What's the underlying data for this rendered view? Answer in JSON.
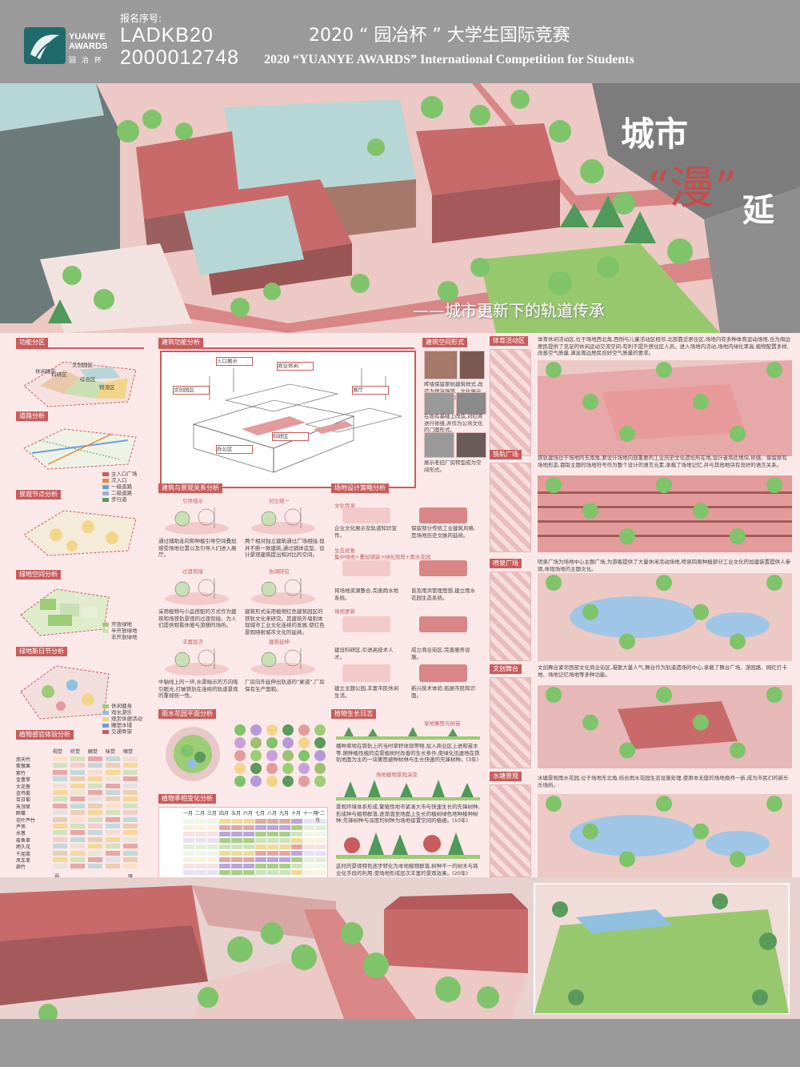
{
  "header": {
    "logo_en": "YUANYE\nAWARDS",
    "logo_cn": "园 冶 杯",
    "reg_label": "报名序号:",
    "reg_no_1": "LADKB20",
    "reg_no_2": "2000012748",
    "title_cn": "2020 “ 园冶杯 ” 大学生国际竞赛",
    "title_en": "2020 “YUANYE AWARDS” International Competition for  Students"
  },
  "hero": {
    "title_1": "城市",
    "title_2": "“漫”",
    "title_3": "延",
    "subtitle": "——城市更新下的轨道传承"
  },
  "colors": {
    "accent": "#c95c5c",
    "roof": "#c86a6a",
    "roof_light": "#b7d6d6",
    "tree": "#7fc36a",
    "ground": "#ecc9c4",
    "header": "#9a9a9a"
  },
  "sections": {
    "func_zone": "功能分区",
    "road": "道路分析",
    "node": "景观节点分析",
    "green_space": "绿地空间分析",
    "green_daily": "绿地斯日节分析",
    "plant_sense": "植物感官体验分析",
    "arch_func": "建筑功能分析",
    "arch_landscape": "建筑与景观关系分析",
    "rain_garden": "雨水花园平面分析",
    "plant_season": "植物季相变化分析",
    "arch_form": "建筑空间形式",
    "site_strategy": "场地设计策略分析",
    "plant_growth": "植物生长日志",
    "sport": "体育活动区",
    "rail_square": "铁轨广场",
    "fountain": "喷泉广场",
    "stage": "文创舞台",
    "water": "水塘景观"
  },
  "func_zone_labels": [
    "休闲娱乐",
    "科研区",
    "文创园区",
    "综合区",
    "物流区"
  ],
  "road_legend": [
    "主入口广场",
    "次入口",
    "一级道路",
    "二级道路",
    "步行道"
  ],
  "green_legend": [
    "开放绿地",
    "半开放绿地",
    "非开放绿地"
  ],
  "green_daily_legend": [
    "休闲健身",
    "戏水游乐",
    "观赏休憩活动",
    "雕塑水域",
    "交通骨架"
  ],
  "plant_sense_cols": [
    "视觉",
    "听觉",
    "触觉",
    "味觉",
    "嗅觉"
  ],
  "plant_sense_rows": [
    "南天竹",
    "紫薇果",
    "紫竹",
    "金盏草",
    "大花葱",
    "金鸡菊",
    "百日菊",
    "朱顶草",
    "醉蝶",
    "花叶芦竹",
    "芦苇",
    "水葱",
    "梭鱼草",
    "雨久花",
    "千屈菜",
    "风车草",
    "扁竹"
  ],
  "plant_sense_footer": [
    "弱",
    "强"
  ],
  "plant_season_cols": [
    "一月",
    "二月",
    "三月",
    "四月",
    "五月",
    "六月",
    "七月",
    "八月",
    "九月",
    "十月",
    "十一月",
    "十二月"
  ],
  "arch_landscape": {
    "labels": [
      "引导感示",
      "对立统一",
      "过渡衔接",
      "协调呼应",
      "丰富层次",
      "建筑延伸"
    ],
    "texts": [
      "通过辅助走向和种植引导空间叠加感受场地位置以及引导人们进入展厅。",
      "两个相对独立建筑通过广场相接,但并不断一致建筑,通过铺体造型、设计景观建筑提出和对比的空间。",
      "采用植物与小品搭配的方式作为建筑和场铁轨景观的过渡衔接。为人们提供观看休憩与游憩的场所。",
      "建筑形式采用植物红色建筑园区的铁轨文化来研究。其建筑外墙则体现城市工业文化连续的发展,使红色景观映射城市文化的延续。",
      "中轴线上的一环,水景暗示的方向吸引眼光,打破铁轨在连续的轨道景观的重视统一性。",
      "厂房向外延伸出轨道的“廊道”,厂房保有生产面貌。"
    ]
  },
  "arch_form_texts": [
    "砖墙保留原始建筑样式,改造为观演场馆、文化展示等,提高场地空间。",
    "在现有基础上改造,对红砖进行修缮,并作为公共文化的门面形式。",
    "展示老旧厂房转型成为空间形式。"
  ],
  "site_strategy": {
    "labels": [
      "文化传承",
      "生态修复",
      "场地更新"
    ],
    "sub": "集中绿地+叠加铺装+绿化矩阵+雨水花园",
    "texts": [
      "企业文化展示及轨道知识宣传。",
      "保留部分传统工业建筑风格,是场地历史文脉的延续。",
      "将场地资源整合,完善雨水地系统。",
      "普及雨洪管理思想,建立雨水花园生态系统。",
      "建设科研区,引进高技术人才。",
      "成立商业街区,完善服务设施。",
      "建立主题公园,丰富市民休闲生活。",
      "新兴技术体验,拓展市民知识面。"
    ]
  },
  "plant_growth": {
    "caption_1": "草地篱笆与树苗",
    "text_1": "播种草地在铁轨上的当时草籽体现等物,加入商业区上进和苗木等,随种植性植的造景植树时改善的生长条件,使绿化迅速地在铁轨地面为主的一块篱笆被种树林与生长快速的先锋树种。(3年)",
    "caption_2": "场地植物景观演变",
    "text_2": "景观环境体系形成,繁殖性地市紧凑大市与快速生长的先锋树种,形成种与植物群落,逐渐渡至地面上生长的植树绿色地种植种树种;先锋树种与深度的树种为场地留置空间的植被。(10年)",
    "text_3": "这时的景观特色逐步转化为本地植物群落,树种不一的树木与商业化手段的利用,使场地形成层次丰富的景观效果。(20年)"
  },
  "activity_texts": {
    "sport": "体育休闲活动区,位于场地西北角,西侧与儿童活动区相邻,北部靠近居住区,场地内有多种体育运动场地,也为周边居民提供了充足的休闲运动交流空间,有利于提升居住区人员。进入场地内活动,场地内绿化率高,植物配置多样,改善空气质量,满足周边居民良好空气质量的要求。",
    "rail": "铁轨建场位于场地的东南角,原设计场地内部重要的工业历史文化遗址所在地,设计者将此地块,修缮、保留原有场地形态,都取主题的场地符号作为整个设计的语言元素,承载了场地记忆,并与其他地块有良好的语言关系。",
    "fountain": "喷泉广场为场地中心主题广场,为游客提供了大量休闲活动场地,喷泉四周种植部分工业文化的加建装置提供人参观,体现场地的主题文化。",
    "stage": "文创舞台紧邻西部文化商业街区,凝聚大量人气,舞台作为轨道遗场的中心,承载了舞台广场、游园路、网红打卡地、场地记忆场地等多种功能。",
    "water": "水塘景观雨水花园,位于场地东北角,结合雨水花园生态设施处理,使原本无废的场地焕然一新,成为市民们的新乐乐场所。"
  },
  "arch_func_labels": [
    "入口展示",
    "商业休闲",
    "文创园区",
    "展厅",
    "办公区",
    "科研区"
  ]
}
